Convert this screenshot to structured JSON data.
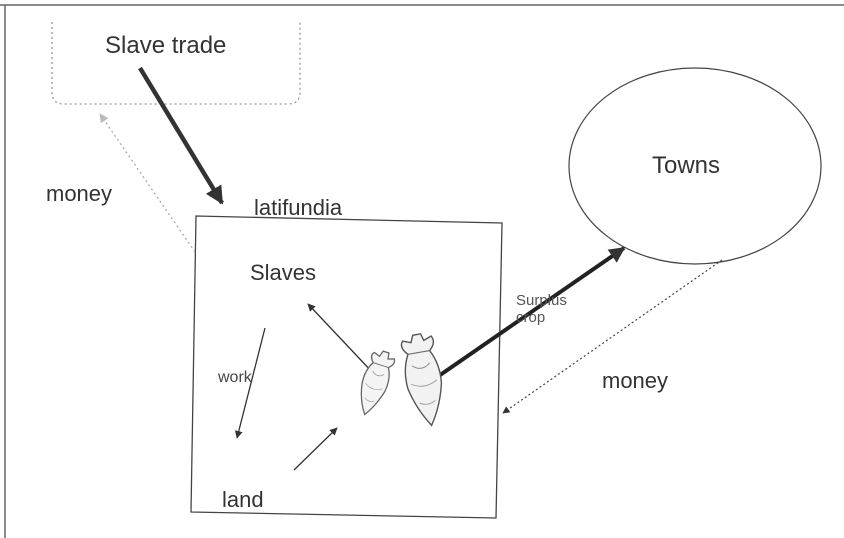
{
  "nodes": {
    "slave_trade": "Slave trade",
    "towns": "Towns",
    "latifundia": "latifundia",
    "slaves": "Slaves",
    "land": "land"
  },
  "edges": {
    "money_left": "money",
    "money_right": "money",
    "work": "work",
    "surplus_crop_line1": "Surplus",
    "surplus_crop_line2": "crop"
  },
  "colors": {
    "ink": "#333333",
    "frame": "#666666"
  },
  "icons": [
    "amphora-icon",
    "amphora-icon"
  ]
}
